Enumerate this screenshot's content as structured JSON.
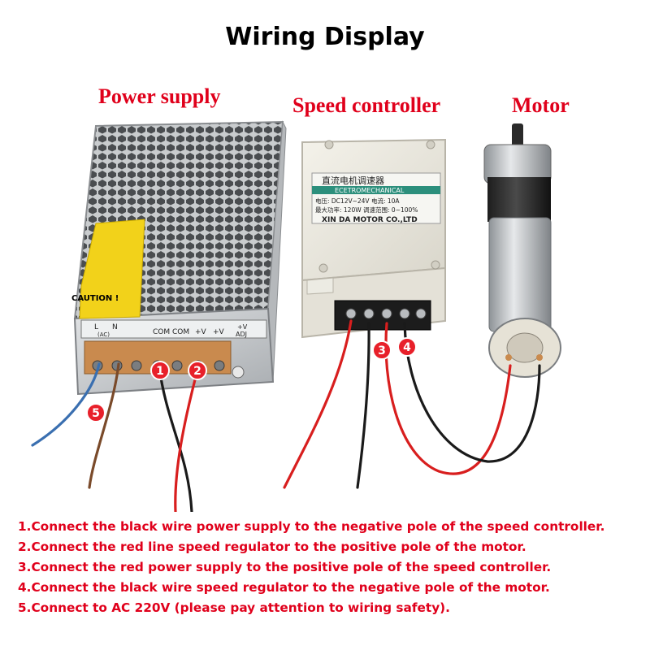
{
  "title": "Wiring Display",
  "labels": {
    "power_supply": "Power supply",
    "speed_controller": "Speed controller",
    "motor": "Motor"
  },
  "power_supply": {
    "caution": "CAUTION !",
    "terminal_labels": [
      "L",
      "N",
      "(AC)",
      "COM",
      "COM",
      "+V",
      "+V",
      "+V",
      "ADJ"
    ]
  },
  "controller": {
    "chinese_title": "直流电机调速器",
    "brand_tag": "ECETROMECHANICAL",
    "spec_line1": "电压: DC12V~24V   电流: 10A",
    "spec_line2": "最大功率: 120W  调速范围: 0~100%",
    "company": "XIN DA MOTOR CO.,LTD"
  },
  "markers": [
    "1",
    "2",
    "3",
    "4",
    "5"
  ],
  "instructions": [
    "1.Connect the black wire power supply to the negative pole of the speed controller.",
    "2.Connect the red line speed regulator to the positive pole of the motor.",
    "3.Connect the red power supply to the positive pole of the speed controller.",
    "4.Connect the black wire speed regulator to the negative pole of the motor.",
    "5.Connect to AC 220V (please pay attention to wiring safety)."
  ],
  "colors": {
    "label_red": "#e0001b",
    "marker_red": "#e8202a",
    "wire_red": "#d81e1e",
    "wire_black": "#1a1a1a",
    "wire_blue": "#3a6fb0",
    "wire_brown": "#7a4a2a",
    "warning_yellow": "#f2d21a"
  }
}
